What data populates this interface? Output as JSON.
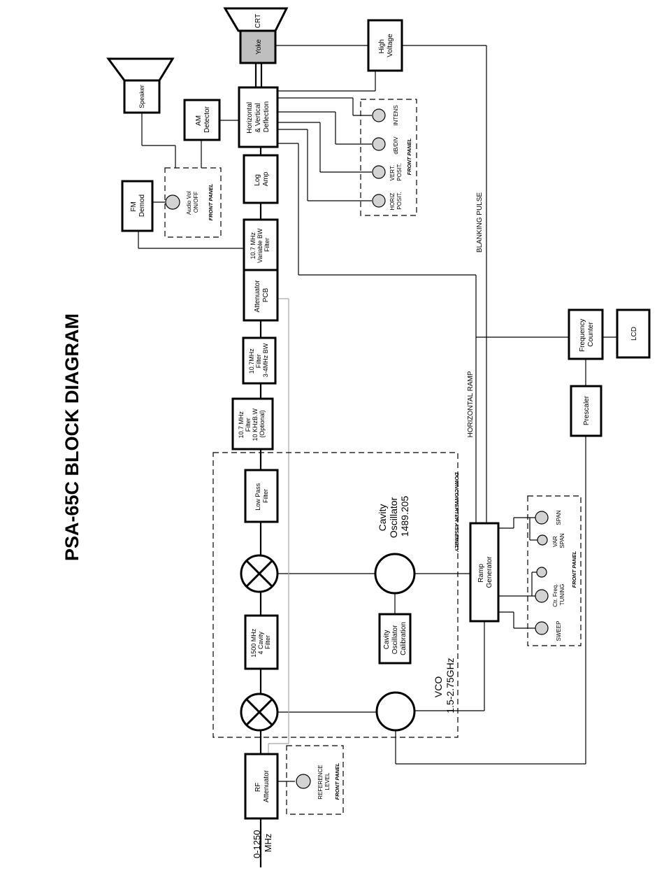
{
  "title": "PSA-65C BLOCK DIAGRAM",
  "input_label": [
    "0-1250",
    "MHz"
  ],
  "blocks": {
    "rf_attenuator": [
      "RF",
      "Attenuator"
    ],
    "mixer1": [],
    "filter_1500": [
      "1500 MHz",
      "4 Cavity",
      "Filter"
    ],
    "mixer2": [],
    "low_pass": [
      "Low  Pass",
      "Filter"
    ],
    "filter_10k": [
      "10.7 MHz",
      "Filter",
      "10 KHzB.W",
      "(Optional)"
    ],
    "filter_3_4m": [
      "10.7MHz",
      "Filter",
      "3-4MHz BW"
    ],
    "attenuator_pcb": [
      "Attenuator",
      "PCB"
    ],
    "var_bw_filter": [
      "10.7 MHz",
      "Variable BW",
      "Filter"
    ],
    "log_amp": [
      "Log",
      "Amp"
    ],
    "deflection": [
      "Horizontal",
      "& Vertical",
      "Deflection"
    ],
    "yoke": [
      "Yoke"
    ],
    "crt": [
      "CRT"
    ],
    "high_voltage": [
      "High",
      "Voltage"
    ],
    "am_detector": [
      "AM",
      "Detector"
    ],
    "speaker": [
      "Speaker"
    ],
    "fm_demod": [
      "FM",
      "Demod"
    ],
    "cavity_cal": [
      "Cavity",
      "Oscillator",
      "Calibration"
    ],
    "ramp_generator": [
      "Ramp",
      "Generator"
    ],
    "prescaler": [
      "Prescaler"
    ],
    "frequency_counter": [
      "Frequency",
      "Counter"
    ],
    "lcd": [
      "LCD"
    ]
  },
  "oscillators": {
    "vco": [
      "VCO",
      "1.5-2.75GHz"
    ],
    "cavity": [
      "Cavity",
      "Oscillator",
      "1489.205"
    ]
  },
  "assembly_label": "DOWNCONVERTER ASSEMBLY",
  "front_panel_label": "FRONT PANEL",
  "controls": {
    "reference_level": [
      "REFERENCE",
      "LEVEL"
    ],
    "audio_vol": [
      "Audio Vol",
      "ON/OFF"
    ],
    "intens": [
      "INTENS"
    ],
    "db_div": [
      "dB/DIV"
    ],
    "vert_posit": [
      "VERT.",
      "POSIT."
    ],
    "horiz_posit": [
      "HORIZ",
      "POSIT."
    ],
    "span": [
      "SPAN"
    ],
    "var_span": [
      "VAR",
      "SPAN"
    ],
    "ctr_freq_tuning": [
      "Ctr. Freq.",
      "TUNING"
    ],
    "sweep": [
      "SWEEP"
    ]
  },
  "signals": {
    "horizontal_ramp": "HORIZONTAL RAMP",
    "blanking_pulse": "BLANKING  PULSE"
  },
  "colors": {
    "line": "#000000",
    "knob": "#d3d3d3",
    "yoke": "#bfbfbf",
    "reference_wire": "#a6a6a6"
  }
}
